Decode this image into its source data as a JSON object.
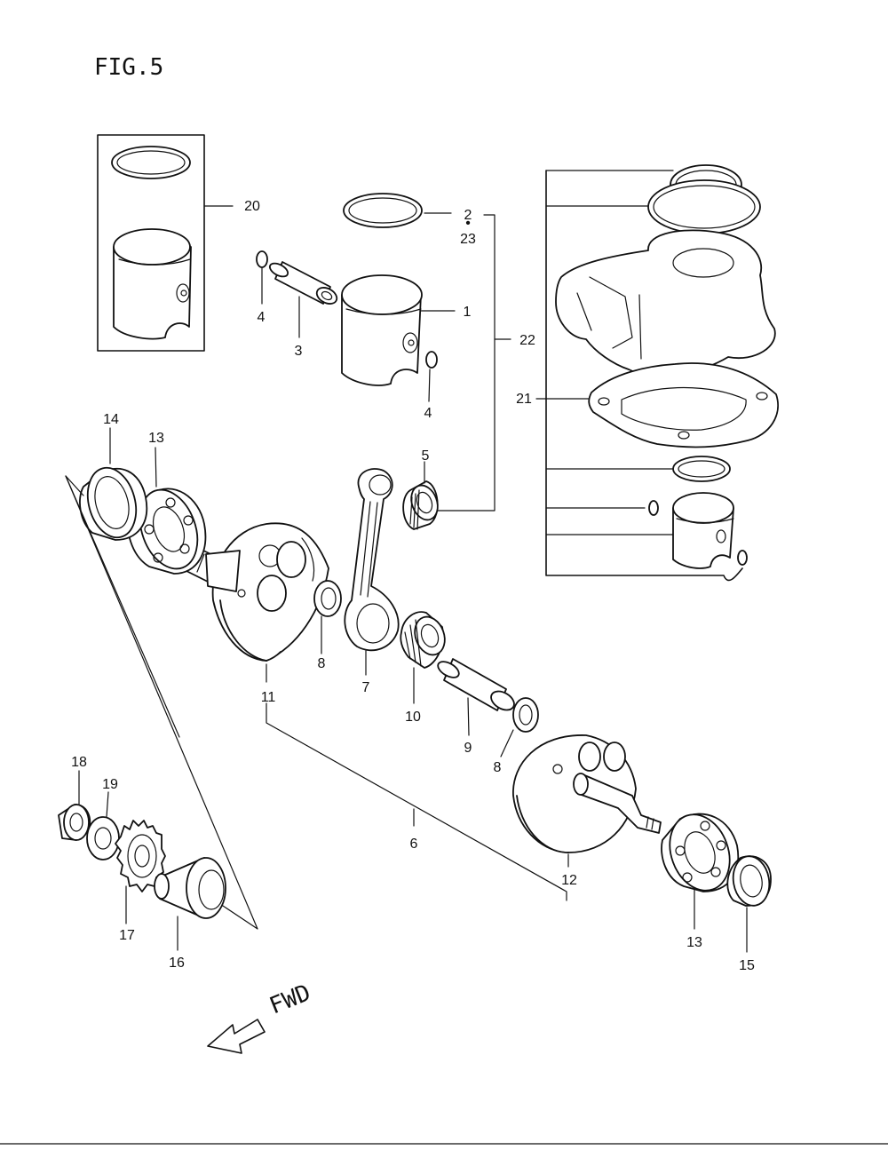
{
  "figure": {
    "title": "FIG.5"
  },
  "direction": {
    "label": "FWD"
  },
  "callouts": {
    "c1": "1",
    "c2": "2",
    "c23": "23",
    "c3": "3",
    "c4a": "4",
    "c4b": "4",
    "c5": "5",
    "c6": "6",
    "c7": "7",
    "c8a": "8",
    "c8b": "8",
    "c9": "9",
    "c10": "10",
    "c11": "11",
    "c12": "12",
    "c13a": "13",
    "c13b": "13",
    "c14": "14",
    "c15": "15",
    "c16": "16",
    "c17": "17",
    "c18": "18",
    "c19": "19",
    "c20": "20",
    "c21": "21",
    "c22": "22"
  }
}
